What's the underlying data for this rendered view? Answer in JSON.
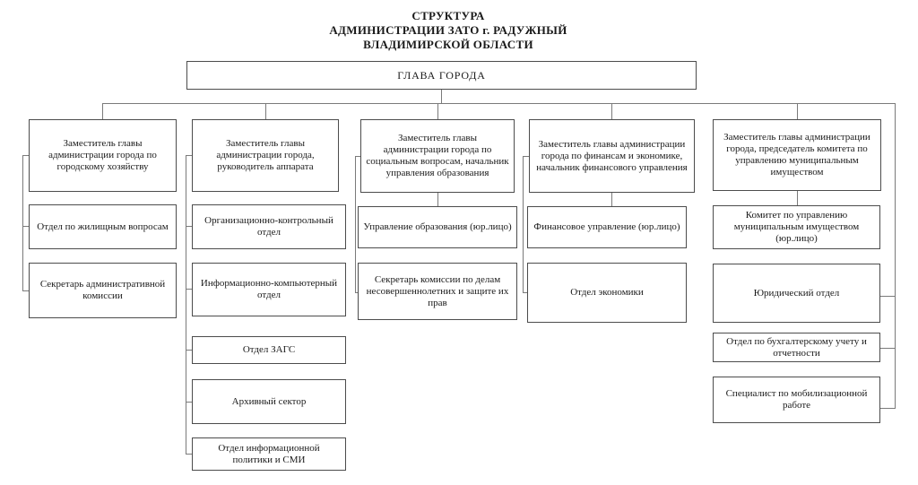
{
  "title": {
    "line1": "СТРУКТУРА",
    "line2": "АДМИНИСТРАЦИИ ЗАТО г. РАДУЖНЫЙ",
    "line3": "ВЛАДИМИРСКОЙ ОБЛАСТИ"
  },
  "head": {
    "label": "ГЛАВА ГОРОДА"
  },
  "columns": [
    {
      "head": "Заместитель главы администрации города по городскому хозяйству",
      "children": [
        "Отдел по жилищным вопросам",
        "Секретарь административной комиссии"
      ]
    },
    {
      "head": "Заместитель главы администрации города, руководитель аппарата",
      "children": [
        "Организационно-контрольный отдел",
        "Информационно-компьютерный отдел",
        "Отдел ЗАГС",
        "Архивный сектор",
        "Отдел информационной политики и СМИ"
      ]
    },
    {
      "head": "Заместитель главы администрации города по социальным вопросам, начальник управления образования",
      "children": [
        "Управление образования (юр.лицо)",
        "Секретарь комиссии по делам несовершеннолетних и защите их прав"
      ]
    },
    {
      "head": "Заместитель главы администрации города по финансам и экономике, начальник финансового управления",
      "children": [
        "Финансовое управление (юр.лицо)",
        "Отдел экономики"
      ]
    },
    {
      "head": "Заместитель главы администрации города, председатель комитета по управлению муниципальным имуществом",
      "children": [
        "Комитет по управлению муниципальным имуществом (юр.лицо)",
        "Юридический отдел",
        "Отдел по бухгалтерскому учету и отчетности",
        "Специалист по мобилизационной работе"
      ]
    }
  ],
  "colors": {
    "background": "#ffffff",
    "box_border": "#4c4c4c",
    "connector_line": "#7a7a7a",
    "text": "#1a1a1a"
  }
}
